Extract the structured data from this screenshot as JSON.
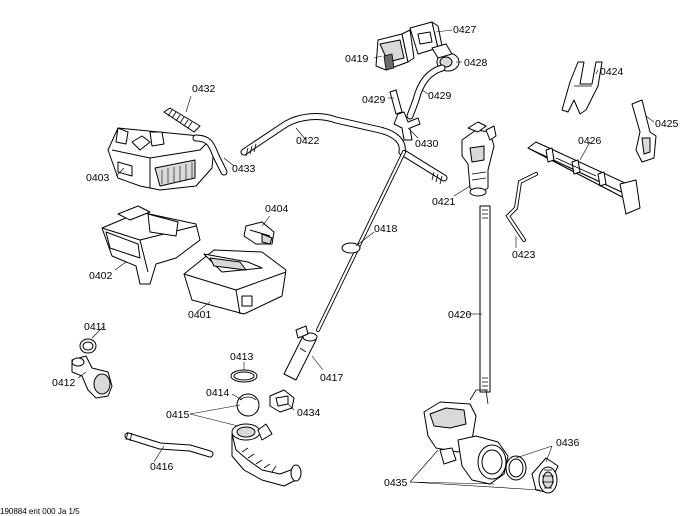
{
  "diagram": {
    "labels": {
      "p0401": "0401",
      "p0402": "0402",
      "p0403": "0403",
      "p0404": "0404",
      "p0411": "0411",
      "p0412": "0412",
      "p0413": "0413",
      "p0414": "0414",
      "p0415": "0415",
      "p0416": "0416",
      "p0417": "0417",
      "p0418": "0418",
      "p0419": "0419",
      "p0420": "0420",
      "p0421": "0421",
      "p0422": "0422",
      "p0423": "0423",
      "p0424": "0424",
      "p0425": "0425",
      "p0426": "0426",
      "p0427": "0427",
      "p0428": "0428",
      "p0429a": "0429",
      "p0429b": "0429",
      "p0430": "0430",
      "p0432": "0432",
      "p0433": "0433",
      "p0434": "0434",
      "p0435": "0435",
      "p0436": "0436"
    },
    "footer": "190884 ent 000 Ja 1/5"
  }
}
